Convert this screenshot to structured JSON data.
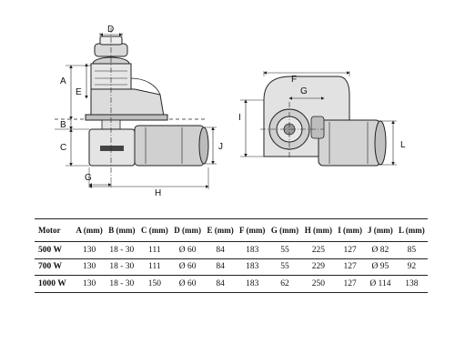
{
  "labels": {
    "A": "A",
    "B": "B",
    "C": "C",
    "D": "D",
    "E": "E",
    "F": "F",
    "G": "G",
    "H": "H",
    "I": "I",
    "J": "J",
    "L": "L"
  },
  "table": {
    "headers": [
      "Motor",
      "A (mm)",
      "B (mm)",
      "C (mm)",
      "D (mm)",
      "E (mm)",
      "F (mm)",
      "G (mm)",
      "H (mm)",
      "I (mm)",
      "J (mm)",
      "L (mm)"
    ],
    "rows": [
      [
        "500 W",
        "130",
        "18 - 30",
        "111",
        "Ø 60",
        "84",
        "183",
        "55",
        "225",
        "127",
        "Ø 82",
        "85"
      ],
      [
        "700 W",
        "130",
        "18 - 30",
        "111",
        "Ø 60",
        "84",
        "183",
        "55",
        "229",
        "127",
        "Ø 95",
        "92"
      ],
      [
        "1000 W",
        "130",
        "18 - 30",
        "150",
        "Ø 60",
        "84",
        "183",
        "62",
        "250",
        "127",
        "Ø 114",
        "138"
      ]
    ]
  }
}
